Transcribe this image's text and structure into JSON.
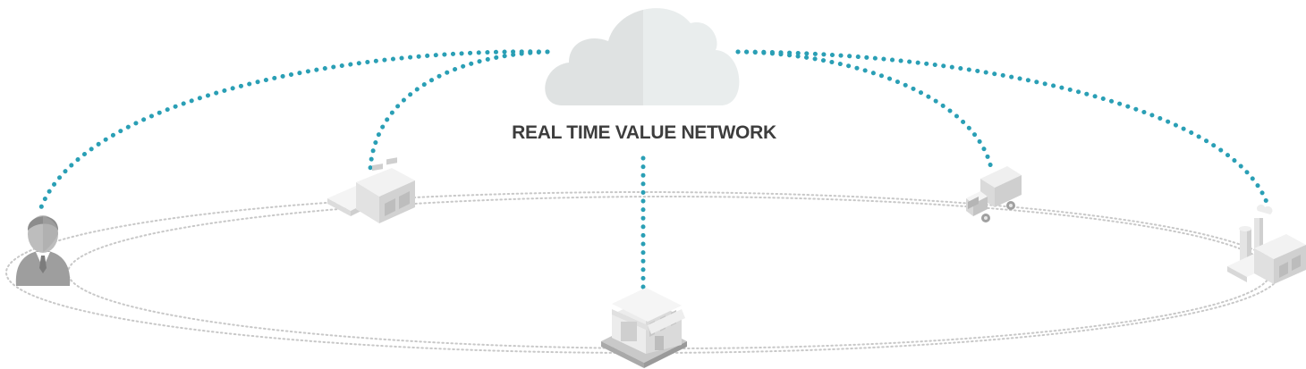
{
  "diagram": {
    "title": "REAL TIME VALUE NETWORK",
    "nodes": [
      {
        "id": "cloud",
        "icon": "cloud-icon"
      },
      {
        "id": "person",
        "icon": "businessman-icon"
      },
      {
        "id": "warehouse",
        "icon": "warehouse-icon"
      },
      {
        "id": "store",
        "icon": "storefront-icon"
      },
      {
        "id": "truck",
        "icon": "delivery-truck-icon"
      },
      {
        "id": "factory",
        "icon": "factory-icon"
      }
    ],
    "edges": [
      {
        "from": "cloud",
        "to": "person"
      },
      {
        "from": "cloud",
        "to": "warehouse"
      },
      {
        "from": "cloud",
        "to": "store"
      },
      {
        "from": "cloud",
        "to": "truck"
      },
      {
        "from": "cloud",
        "to": "factory"
      }
    ],
    "colors": {
      "connector": "#2a9fb5",
      "orbit": "#c8c8c8",
      "cloud_left": "#dfe2e2",
      "cloud_right": "#e9eded",
      "title": "#3d3d3d",
      "building": "#e6e6e6"
    }
  }
}
